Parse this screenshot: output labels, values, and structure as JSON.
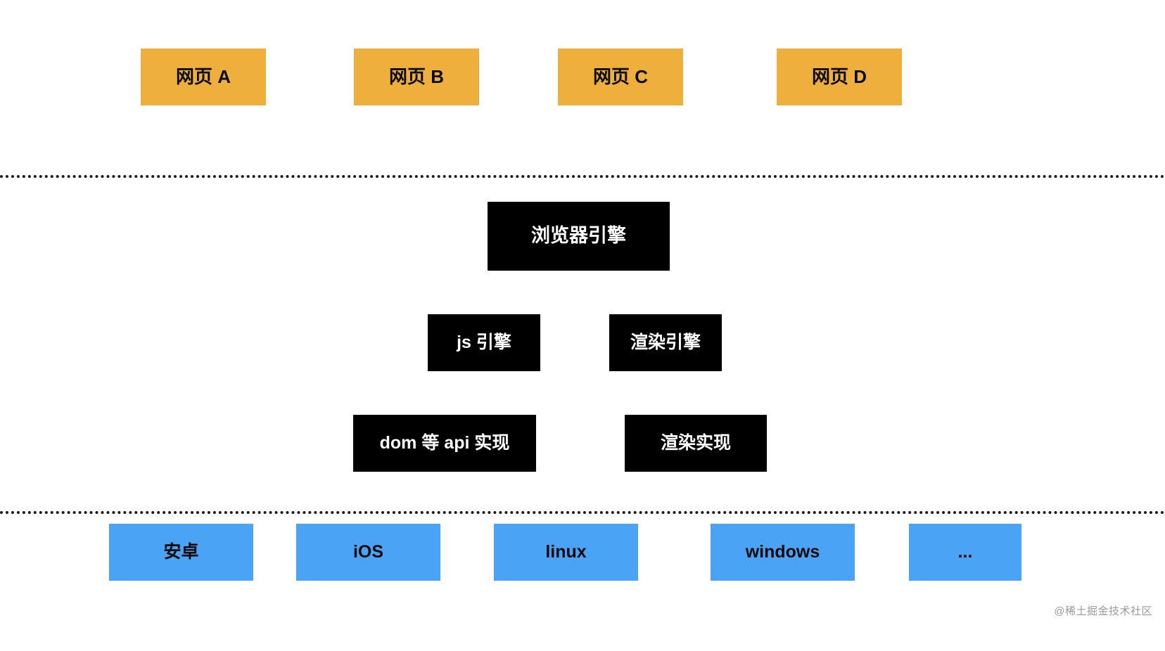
{
  "diagram": {
    "colors": {
      "page_layer": "#efaf3c",
      "engine_layer": "#000000",
      "os_layer": "#4aa3f5",
      "background": "#ffffff",
      "divider": "#1a1a1a",
      "watermark": "#9a9a9a"
    },
    "layers": {
      "pages": {
        "name": "web-pages-layer",
        "items": [
          {
            "label": "网页 A"
          },
          {
            "label": "网页 B"
          },
          {
            "label": "网页 C"
          },
          {
            "label": "网页 D"
          }
        ]
      },
      "engine": {
        "name": "browser-engine-layer",
        "root": {
          "label": "浏览器引擎"
        },
        "sub_engines": [
          {
            "label": "js 引擎"
          },
          {
            "label": "渲染引擎"
          }
        ],
        "implementations": [
          {
            "label": "dom 等 api 实现"
          },
          {
            "label": "渲染实现"
          }
        ]
      },
      "os": {
        "name": "operating-system-layer",
        "items": [
          {
            "label": "安卓"
          },
          {
            "label": "iOS"
          },
          {
            "label": "linux"
          },
          {
            "label": "windows"
          },
          {
            "label": "..."
          }
        ]
      }
    },
    "dividers": [
      {
        "name": "divider-pages-engine"
      },
      {
        "name": "divider-engine-os"
      }
    ],
    "watermark": {
      "text": "@稀土掘金技术社区"
    }
  }
}
